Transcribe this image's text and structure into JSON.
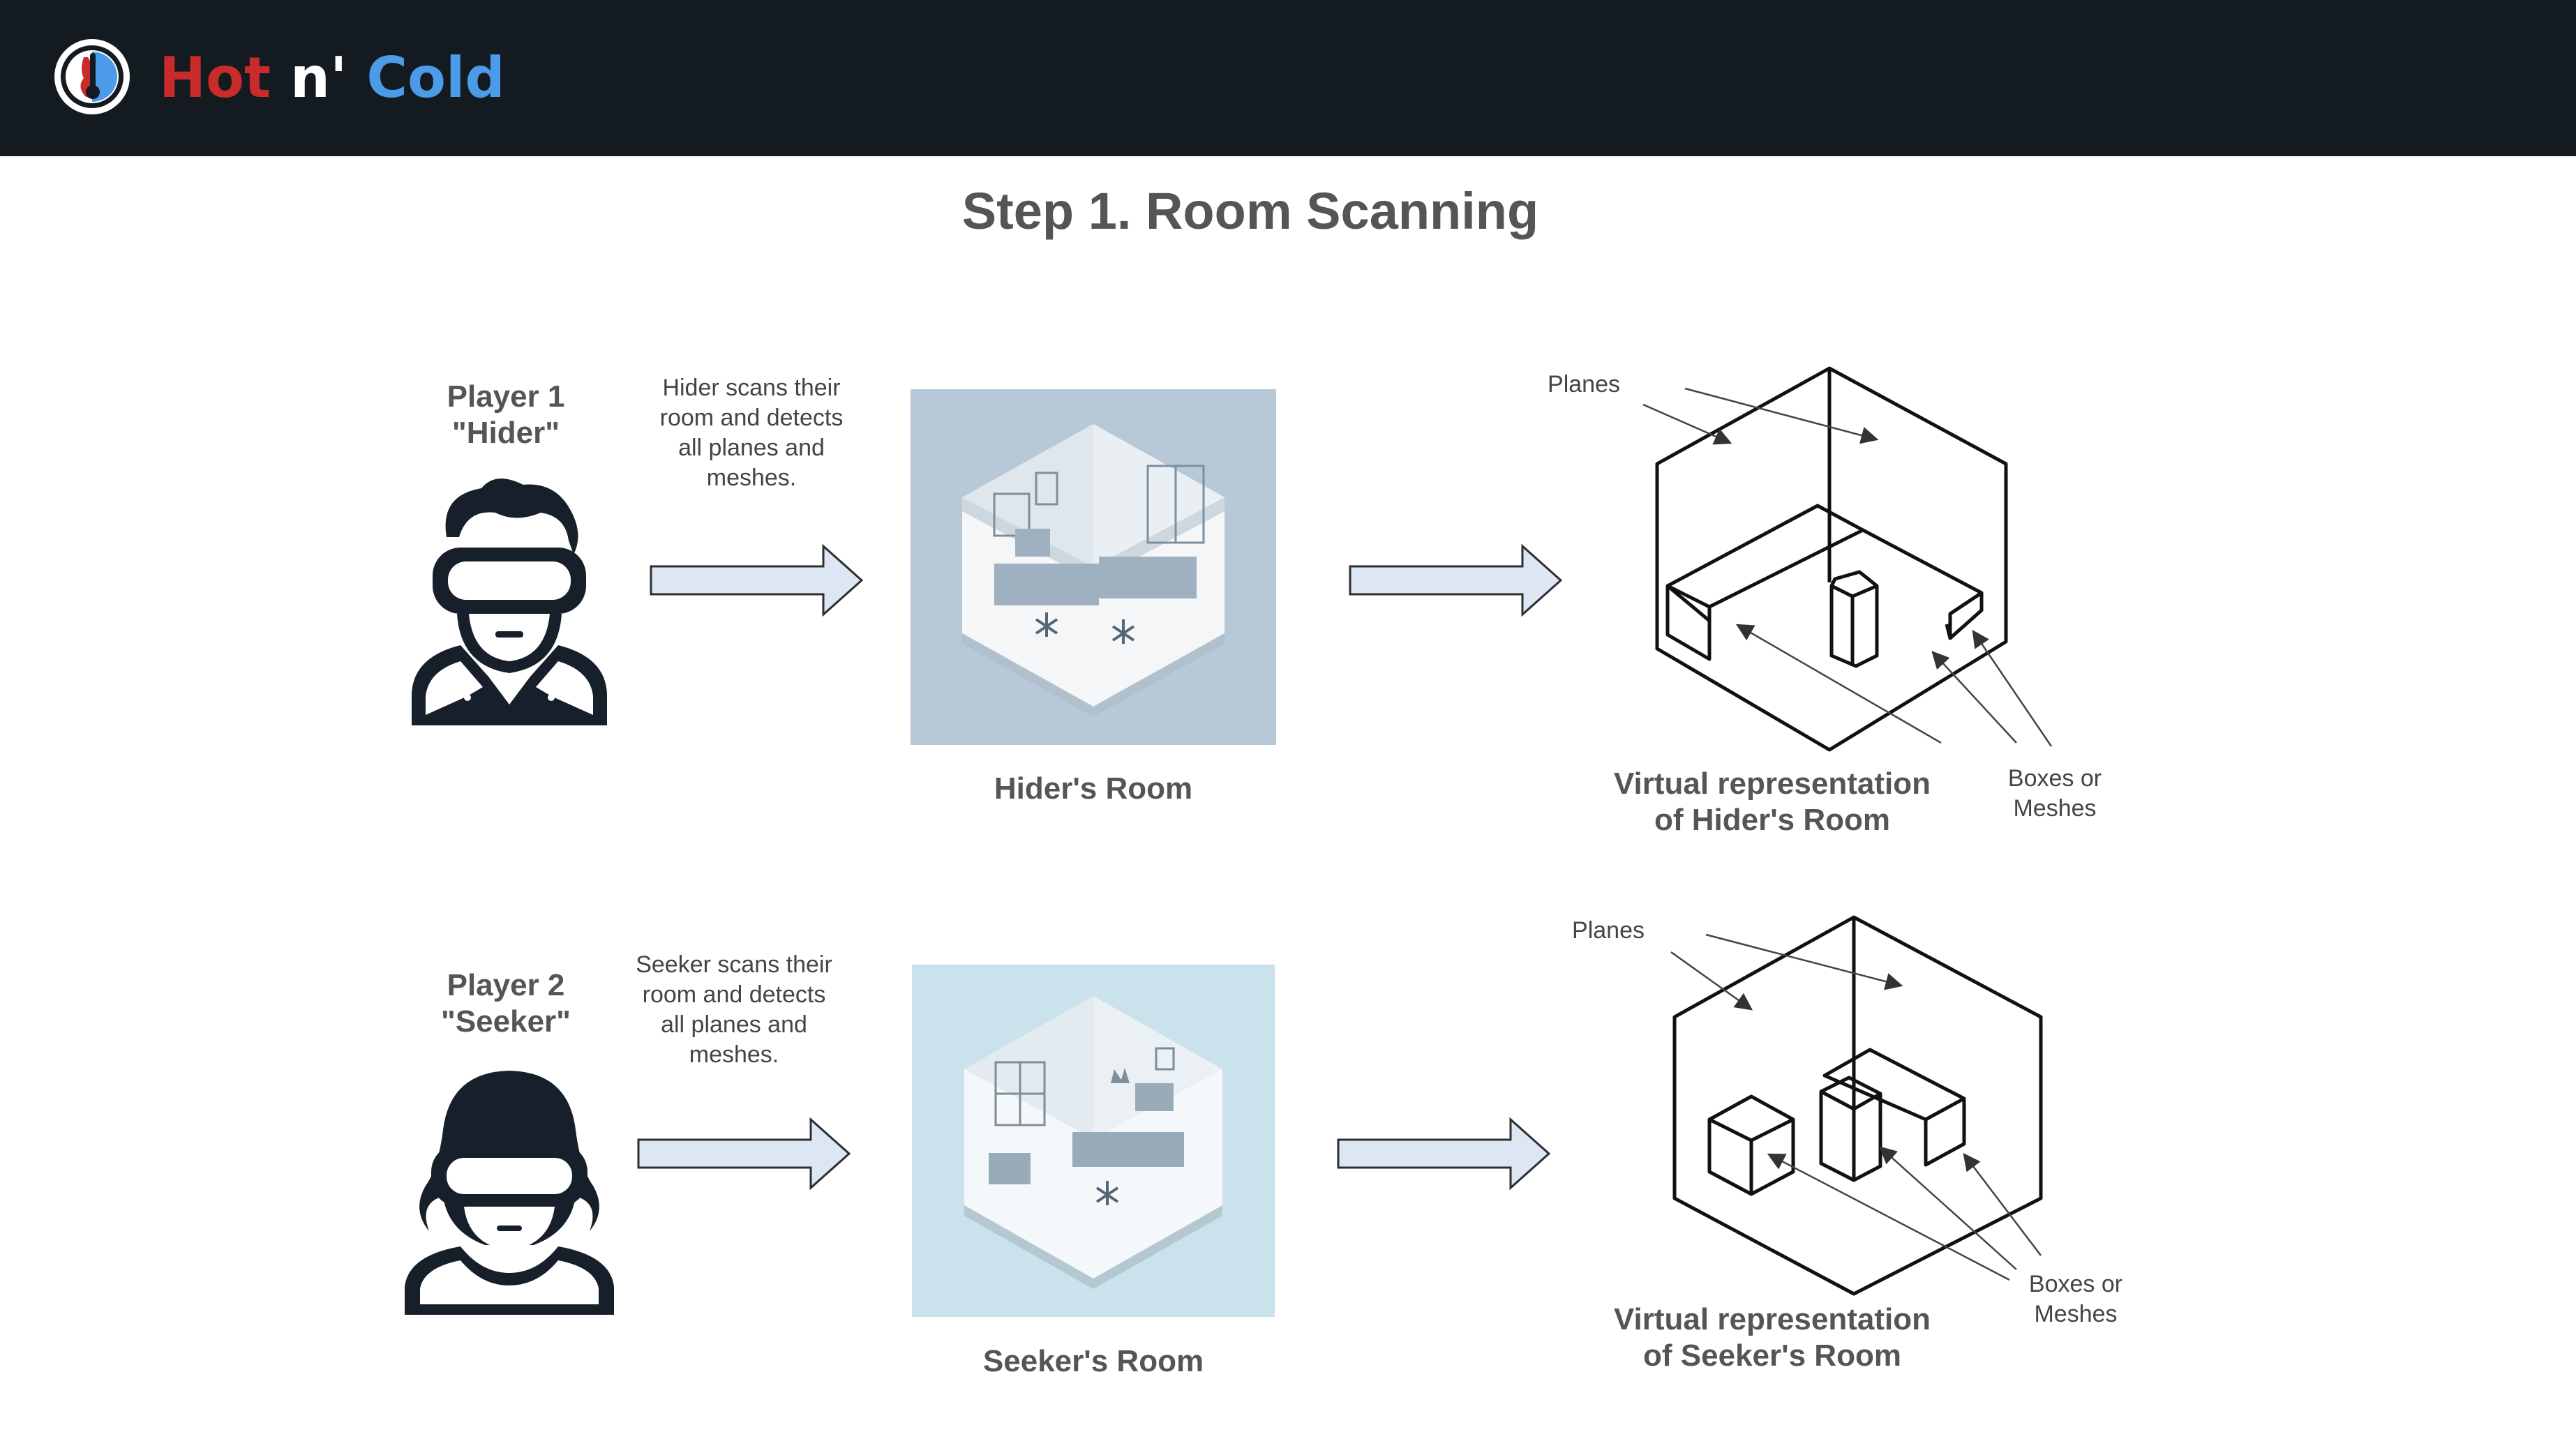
{
  "header": {
    "brand_hot": "Hot",
    "brand_n": "n'",
    "brand_cold": "Cold",
    "logo_icon": "thermometer-logo-icon",
    "colors": {
      "bar": "#131b20",
      "hot": "#c92a2a",
      "cold": "#4c9be8"
    }
  },
  "title": "Step 1. Room Scanning",
  "rows": [
    {
      "player_line1": "Player 1",
      "player_line2": "\"Hider\"",
      "avatar_icon": "vr-headset-man-icon",
      "description": "Hider scans their room and detects all planes and meshes.",
      "room_caption": "Hider's Room",
      "room_color": "#b7c9d8",
      "virtual_caption_line1": "Virtual representation",
      "virtual_caption_line2": "of Hider's Room",
      "planes_label": "Planes",
      "boxes_label_line1": "Boxes or",
      "boxes_label_line2": "Meshes"
    },
    {
      "player_line1": "Player 2",
      "player_line2": "\"Seeker\"",
      "avatar_icon": "vr-headset-woman-icon",
      "description": "Seeker scans their room and detects all planes and meshes.",
      "room_caption": "Seeker's Room",
      "room_color": "#c9e2ec",
      "virtual_caption_line1": "Virtual representation",
      "virtual_caption_line2": "of Seeker's Room",
      "planes_label": "Planes",
      "boxes_label_line1": "Boxes or",
      "boxes_label_line2": "Meshes"
    }
  ]
}
